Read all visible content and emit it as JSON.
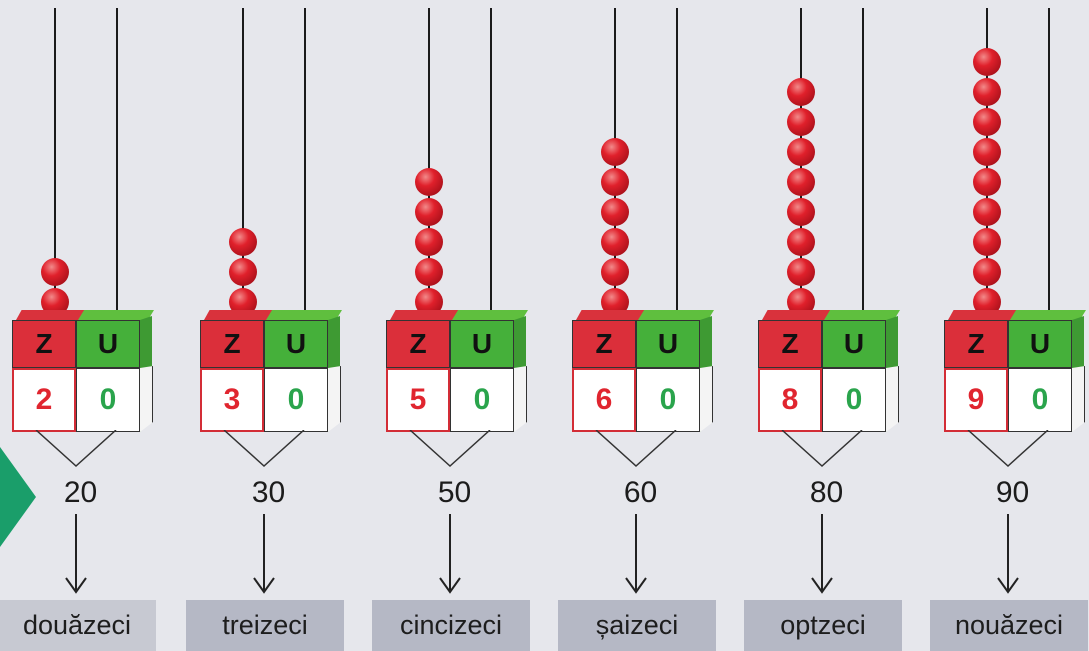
{
  "colors": {
    "tens": "#db2f3a",
    "units": "#45b03a",
    "bead": "#e0202b",
    "pointer": "#1a9e6a",
    "label_bg": "#b5b8c5"
  },
  "groups": [
    {
      "tens_header": "Z",
      "units_header": "U",
      "tens_digit": "2",
      "units_digit": "0",
      "beads": 2,
      "number": "20",
      "word": "douăzeci"
    },
    {
      "tens_header": "Z",
      "units_header": "U",
      "tens_digit": "3",
      "units_digit": "0",
      "beads": 3,
      "number": "30",
      "word": "treizeci"
    },
    {
      "tens_header": "Z",
      "units_header": "U",
      "tens_digit": "5",
      "units_digit": "0",
      "beads": 5,
      "number": "50",
      "word": "cincizeci"
    },
    {
      "tens_header": "Z",
      "units_header": "U",
      "tens_digit": "6",
      "units_digit": "0",
      "beads": 6,
      "number": "60",
      "word": "șaizeci"
    },
    {
      "tens_header": "Z",
      "units_header": "U",
      "tens_digit": "8",
      "units_digit": "0",
      "beads": 8,
      "number": "80",
      "word": "optzeci"
    },
    {
      "tens_header": "Z",
      "units_header": "U",
      "tens_digit": "9",
      "units_digit": "0",
      "beads": 9,
      "number": "90",
      "word": "nouăzeci"
    }
  ]
}
